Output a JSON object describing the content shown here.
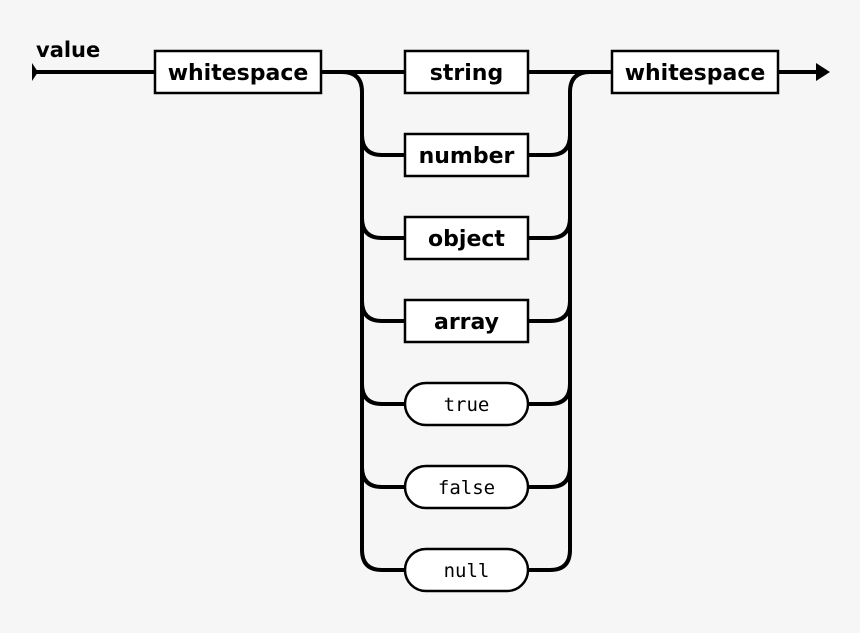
{
  "diagram": {
    "rule_name": "value",
    "leading": "whitespace",
    "trailing": "whitespace",
    "alternatives": [
      {
        "label": "string",
        "kind": "nonterminal"
      },
      {
        "label": "number",
        "kind": "nonterminal"
      },
      {
        "label": "object",
        "kind": "nonterminal"
      },
      {
        "label": "array",
        "kind": "nonterminal"
      },
      {
        "label": "true",
        "kind": "terminal"
      },
      {
        "label": "false",
        "kind": "terminal"
      },
      {
        "label": "null",
        "kind": "terminal"
      }
    ]
  }
}
